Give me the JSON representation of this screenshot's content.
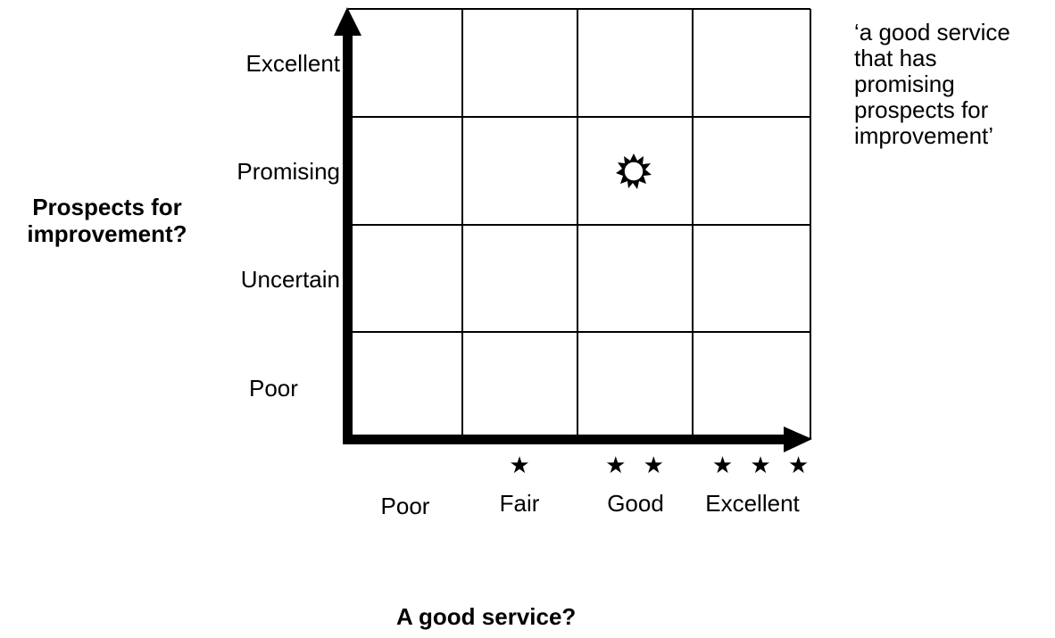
{
  "y_axis": {
    "title_line1": "Prospects for",
    "title_line2": "improvement?",
    "levels": [
      "Excellent",
      "Promising",
      "Uncertain",
      "Poor"
    ]
  },
  "x_axis": {
    "title": "A good service?",
    "levels": [
      "Poor",
      "Fair",
      "Good",
      "Excellent"
    ],
    "stars": [
      "",
      "★",
      "★ ★",
      "★ ★ ★"
    ]
  },
  "marker": {
    "symbol": "sun",
    "x_level": "Good",
    "y_level": "Promising"
  },
  "note": {
    "lines": [
      "‘a good service",
      "that has",
      "promising",
      "prospects for",
      "improvement’"
    ]
  }
}
